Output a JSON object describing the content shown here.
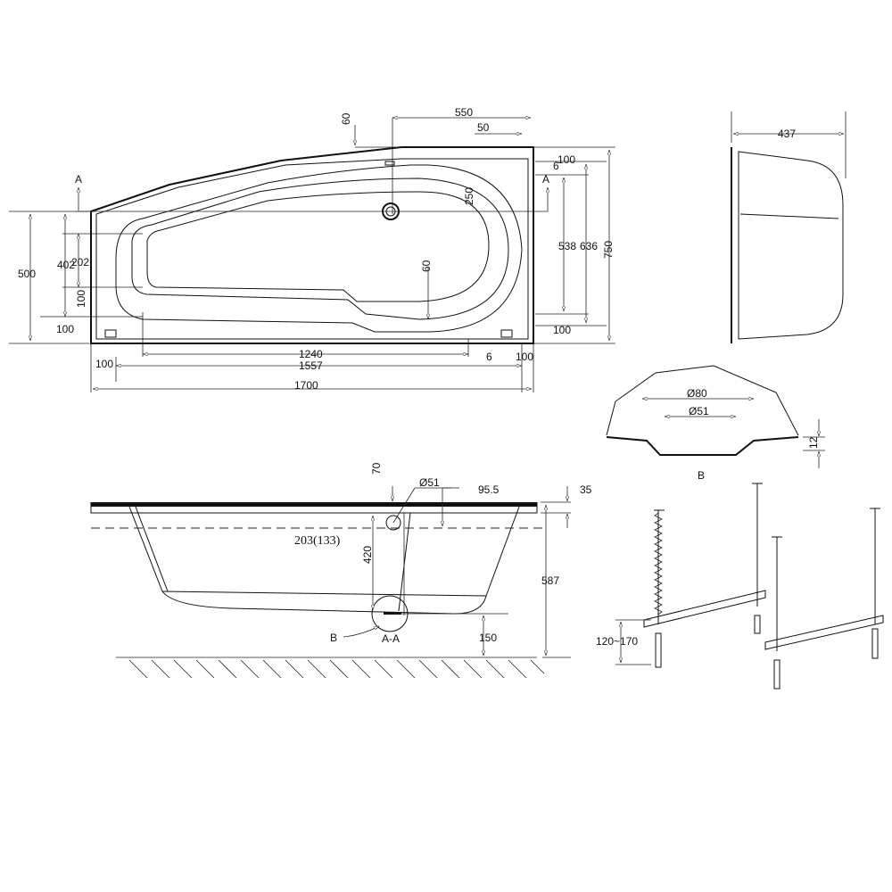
{
  "plan": {
    "dims": [
      "60",
      "550",
      "50",
      "6",
      "100",
      "A",
      "A",
      "250",
      "538",
      "636",
      "750",
      "500",
      "402",
      "202",
      "100",
      "100",
      "60",
      "1240",
      "1557",
      "1700",
      "100",
      "6",
      "100",
      "100"
    ]
  },
  "end_view": {
    "dims": [
      "437"
    ]
  },
  "detail_b": {
    "dims": [
      "Ø80",
      "Ø51",
      "12"
    ],
    "label": "B"
  },
  "section": {
    "dims": [
      "70",
      "Ø51",
      "95.5",
      "35",
      "203(133)",
      "420",
      "587",
      "150"
    ],
    "label_b": "B",
    "label_aa": "A-A"
  },
  "legs": {
    "dims": [
      "120~170"
    ]
  }
}
